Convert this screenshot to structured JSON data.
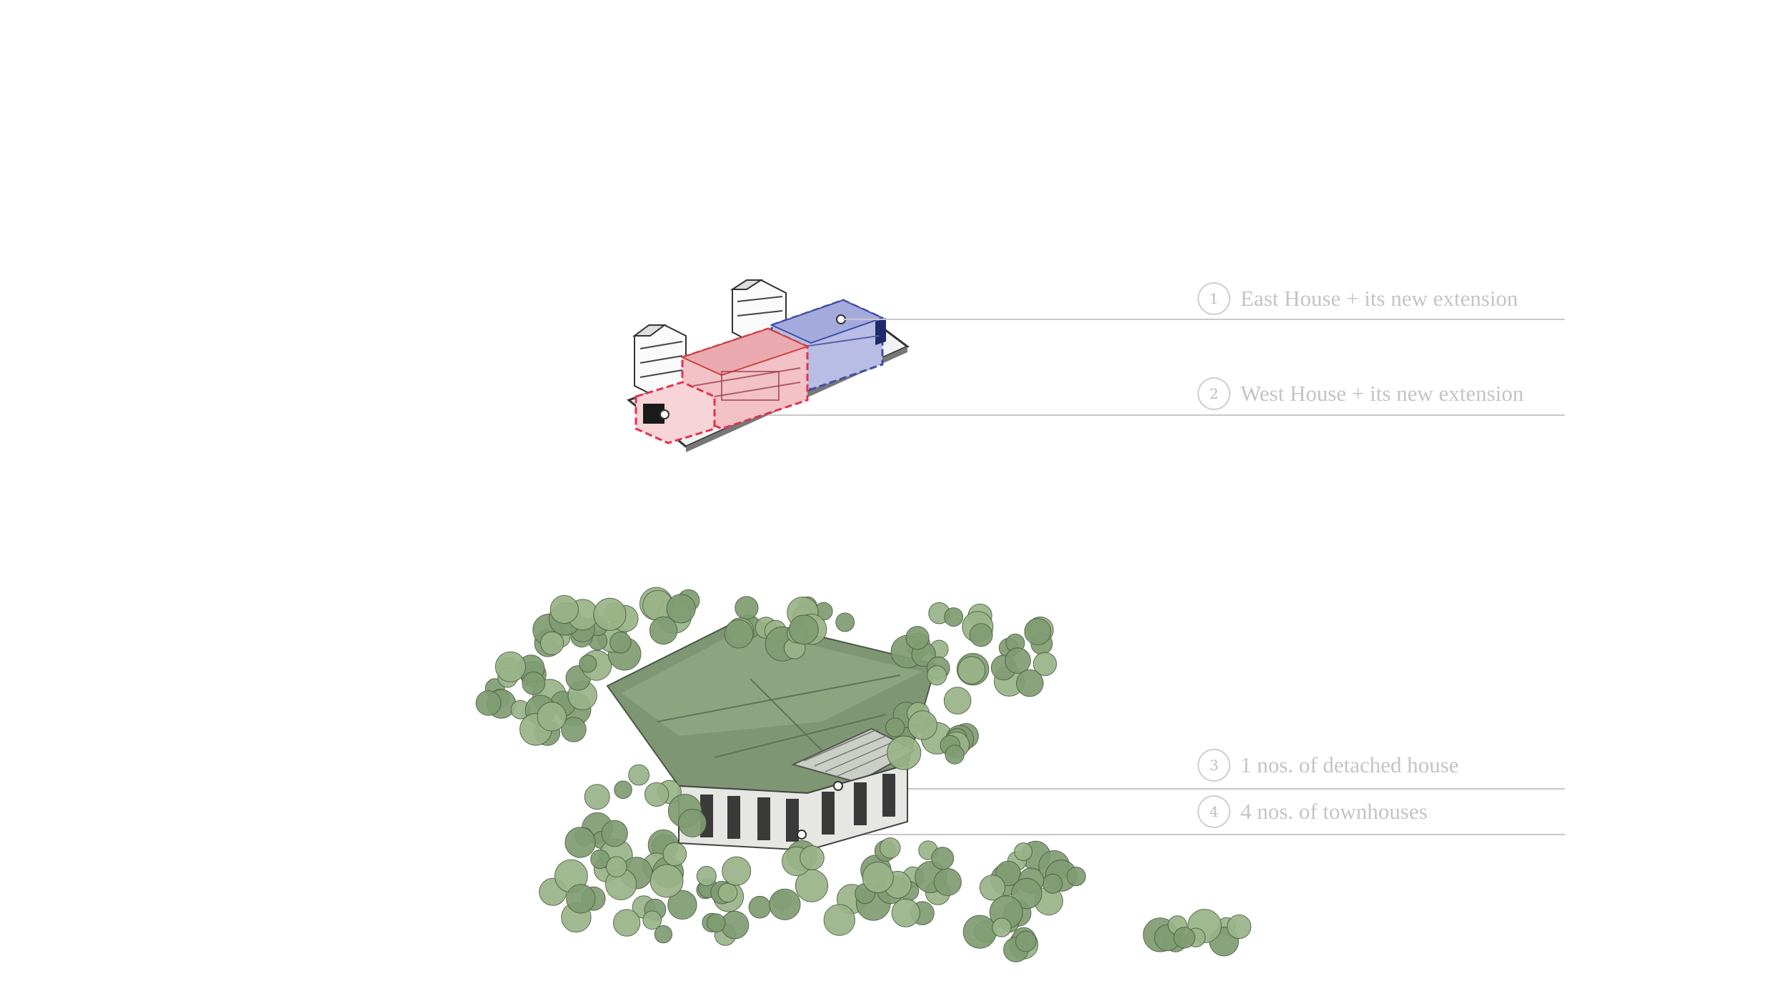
{
  "callouts": [
    {
      "number": "1",
      "label": "East House + its new extension"
    },
    {
      "number": "2",
      "label": "West House + its new extension"
    },
    {
      "number": "3",
      "label": "1 nos. of detached house"
    },
    {
      "number": "4",
      "label": "4 nos. of townhouses"
    }
  ],
  "colors": {
    "east_house": "#7d84c2",
    "west_house": "#e8a0a6",
    "west_outline": "#e0334f",
    "east_outline": "#3f4fa8",
    "green_roof": "#7e9674",
    "tree": "#9ab488",
    "leader_line": "#c8c8c8",
    "label_text": "#c4c4c4"
  }
}
